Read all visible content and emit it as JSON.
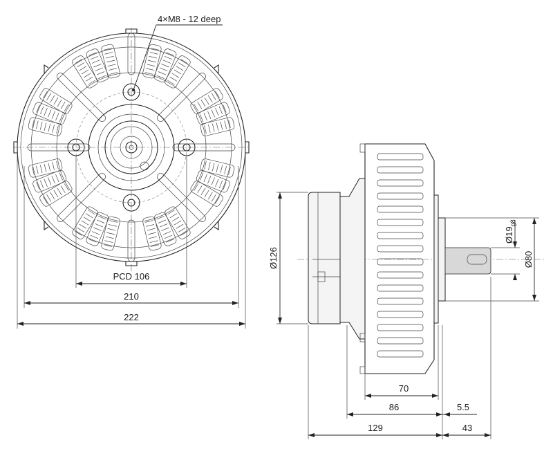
{
  "colors": {
    "line": "#222222",
    "background": "#ffffff",
    "section": "#d8d8d8"
  },
  "front_view": {
    "callout": "4×M8 - 12 deep",
    "pcd": "PCD 106",
    "dim_inner": "210",
    "dim_outer": "222"
  },
  "side_view": {
    "dia_body": "Ø126",
    "dia_shaft": "Ø19",
    "dia_shaft_tol": "g8",
    "dia_flange": "Ø80",
    "len_70": "70",
    "len_86": "86",
    "len_5_5": "5.5",
    "len_129": "129",
    "len_43": "43"
  }
}
